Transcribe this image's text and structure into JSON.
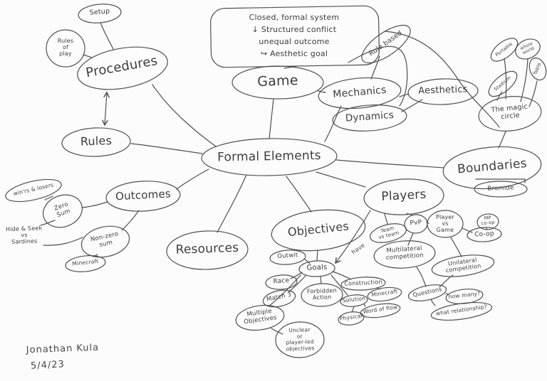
{
  "definition": {
    "text": "Closed, formal system\n↓ Structured conflict\nunequal outcome\n↪ Aesthetic goal"
  },
  "nodes": {
    "formal_elements": {
      "label": "Formal Elements"
    },
    "game": {
      "label": "Game"
    },
    "procedures": {
      "label": "Procedures"
    },
    "setup": {
      "label": "Setup"
    },
    "rules_of_play": {
      "label": "Rules\nof\nplay"
    },
    "rules": {
      "label": "Rules"
    },
    "outcomes": {
      "label": "Outcomes"
    },
    "winners_losers": {
      "label": "win'rs & losers"
    },
    "zero_sum": {
      "label": "Zero\nSum"
    },
    "hide_seek": {
      "label": "Hide & Seek\nvs\nSardines"
    },
    "non_zero_sum": {
      "label": "Non-zero\nsum"
    },
    "minecraft_left": {
      "label": "Minecraft"
    },
    "resources": {
      "label": "Resources"
    },
    "mechanics": {
      "label": "Mechanics"
    },
    "dynamics": {
      "label": "Dynamics"
    },
    "aesthetics": {
      "label": "Aesthetics"
    },
    "rule_based": {
      "label": "Rule based"
    },
    "magic_circle": {
      "label": "The magic\ncircle"
    },
    "portable": {
      "label": "Portable"
    },
    "whole_world": {
      "label": "whole\nworld"
    },
    "table": {
      "label": "Table"
    },
    "stadium": {
      "label": "Stadium"
    },
    "boundaries": {
      "label": "Boundaries"
    },
    "bromide": {
      "label": "Bromide"
    },
    "players": {
      "label": "Players"
    },
    "pvp": {
      "label": "PvP"
    },
    "player_vs_game": {
      "label": "Player\nvs\nGame"
    },
    "team_vs_team": {
      "label": "Team\nvs team"
    },
    "mp_coop": {
      "label": "MP\nco-op"
    },
    "coop": {
      "label": "Co-op"
    },
    "multilateral": {
      "label": "Multilateral\ncompetition"
    },
    "unilateral": {
      "label": "Unilateral\ncompetition"
    },
    "questions": {
      "label": "Questions"
    },
    "how_many": {
      "label": "how many?"
    },
    "what_relationship": {
      "label": "what relationship?"
    },
    "objectives": {
      "label": "Objectives"
    },
    "outwit": {
      "label": "Outwit"
    },
    "goals": {
      "label": "Goals"
    },
    "race": {
      "label": "Race"
    },
    "match3": {
      "label": "Match 3"
    },
    "forbidden_action": {
      "label": "Forbidden\nAction"
    },
    "construction": {
      "label": "Construction"
    },
    "solution": {
      "label": "Solution"
    },
    "minecraft_right": {
      "label": "Minecraft"
    },
    "word_of_flow": {
      "label": "Word of flow"
    },
    "physical": {
      "label": "Physical"
    },
    "multiple_objectives": {
      "label": "Multiple\nObjectives"
    },
    "unclear_objectives": {
      "label": "Unclear\nor\nplayer-led\nobjectives"
    }
  },
  "edge_labels": {
    "have": "have"
  },
  "signature": {
    "name": "Jonathan Kula",
    "date": "5/4/23"
  },
  "colors": {
    "ink": "#4f4f4f",
    "paper": "#fcfcfc"
  }
}
